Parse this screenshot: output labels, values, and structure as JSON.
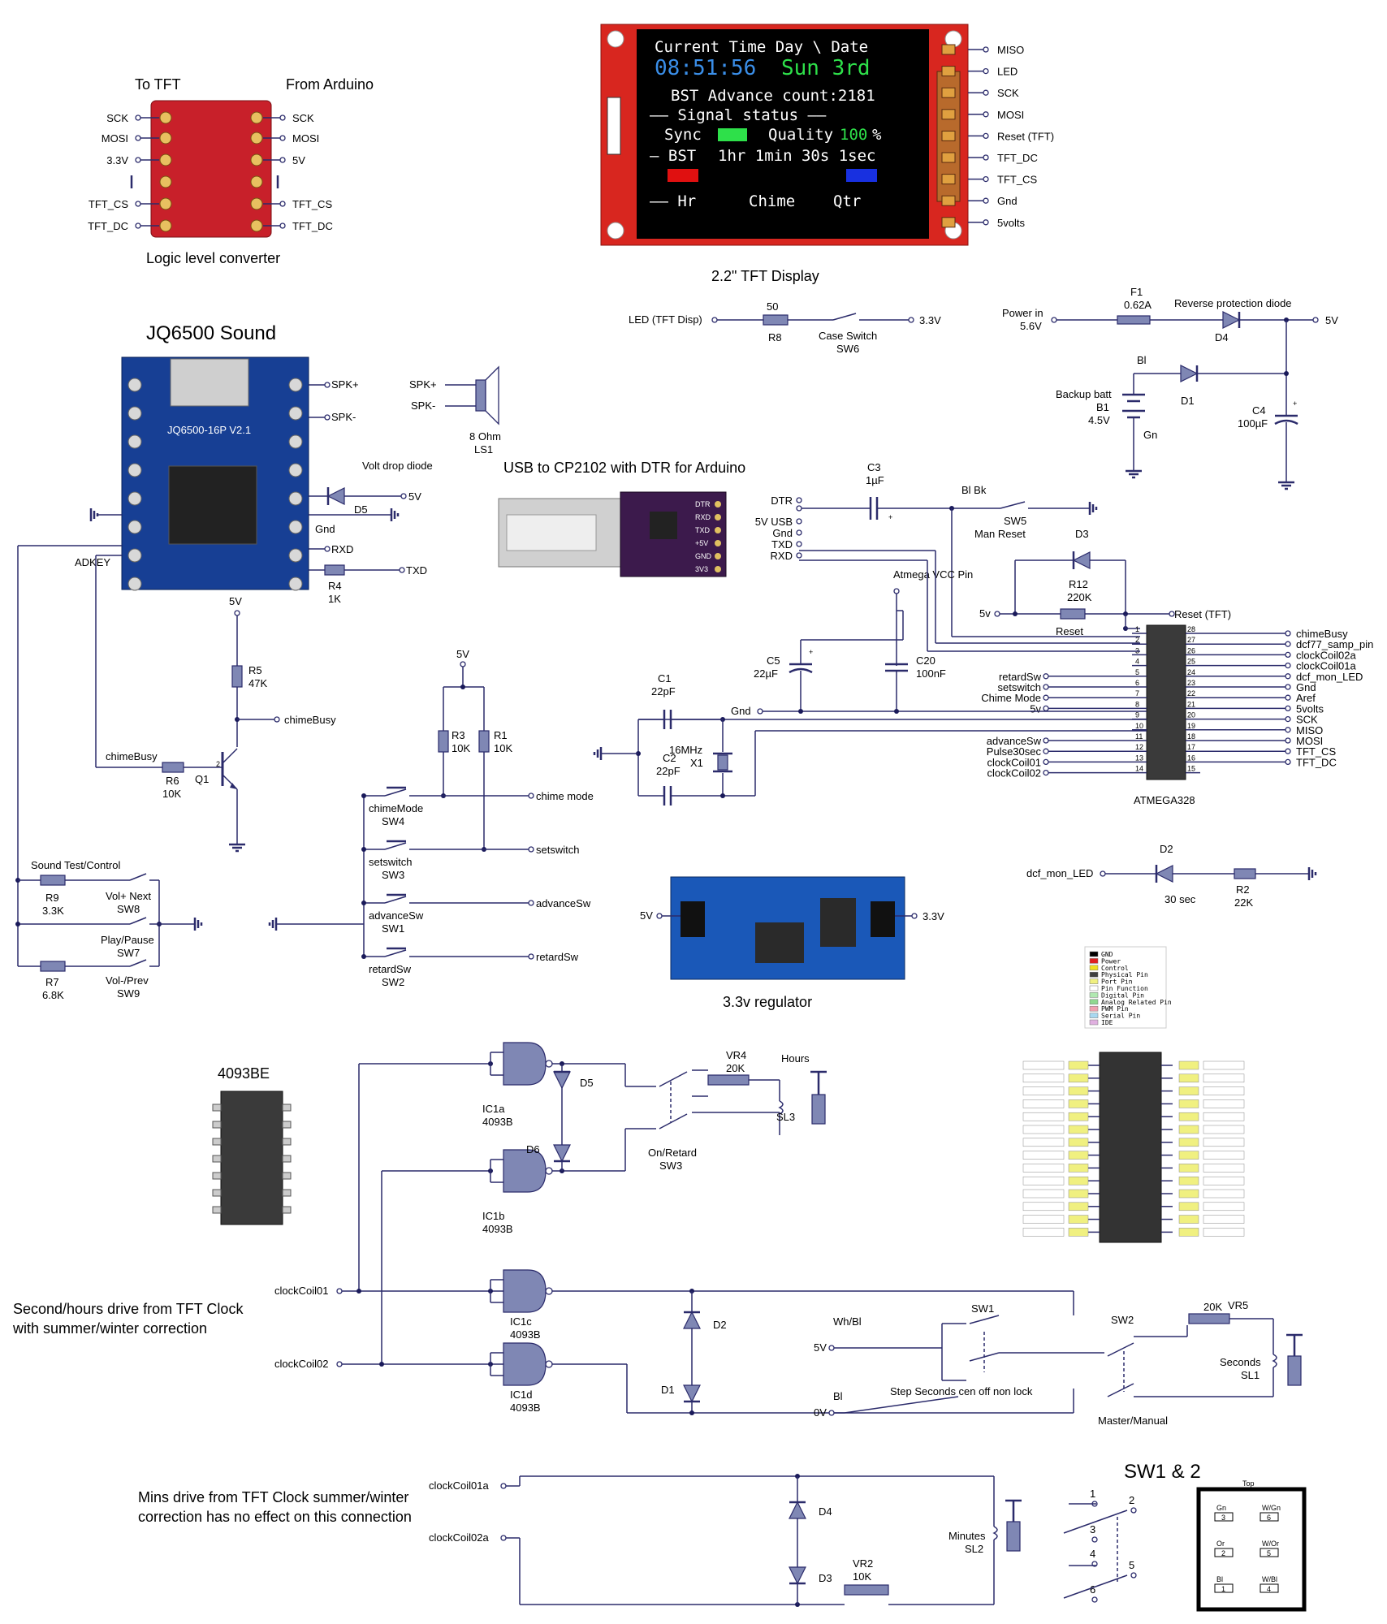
{
  "logic_converter": {
    "title": "Logic level converter",
    "left_header": "To TFT",
    "right_header": "From Arduino",
    "left_pins": [
      "SCK",
      "MOSI",
      "3.3V",
      "TFT_CS",
      "TFT_DC"
    ],
    "right_pins": [
      "SCK",
      "MOSI",
      "5V",
      "TFT_CS",
      "TFT_DC"
    ]
  },
  "tft": {
    "caption": "2.2\" TFT Display",
    "line1": "Current Time  Day \\ Date",
    "time": "08:51:56",
    "date": "Sun 3rd",
    "line3": "BST Advance count:2181",
    "line4": "—— Signal status ——",
    "sync": "Sync",
    "quality": "Quality",
    "quality_val": "100",
    "pct": "%",
    "bst": "— BST",
    "adv": "1hr 1min 30s 1sec",
    "hr": "—— Hr",
    "chime": "Chime",
    "qtr": "Qtr",
    "pins": [
      "MISO",
      "LED",
      "SCK",
      "MOSI",
      "Reset (TFT)",
      "TFT_DC",
      "TFT_CS",
      "Gnd",
      "5volts"
    ]
  },
  "jq6500": {
    "title": "JQ6500 Sound",
    "pcb_label": "JQ6500-16P V2.1",
    "spk_plus": "SPK+",
    "spk_minus": "SPK-",
    "volt_drop": "Volt drop diode",
    "d5_val": "5V",
    "d5": "D5",
    "gnd": "Gnd",
    "rxd": "RXD",
    "txd": "TXD",
    "r4": "R4",
    "r4_val": "1K",
    "adkey": "ADKEY",
    "vcc": "5V",
    "ls1_spk_plus": "SPK+",
    "ls1_spk_minus": "SPK-",
    "ls1_val": "8 Ohm",
    "ls1": "LS1"
  },
  "transistor": {
    "r5": "R5",
    "r5_val": "47K",
    "chime_busy_out": "chimeBusy",
    "chime_busy_in": "chimeBusy",
    "r6": "R6",
    "r6_val": "10K",
    "q1": "Q1"
  },
  "sound_control": {
    "title": "Sound Test/Control",
    "r9": "R9",
    "r9_val": "3.3K",
    "sw8": "SW8",
    "sw8_label": "Vol+ Next",
    "sw7": "SW7",
    "sw7_label": "Play/Pause",
    "r7": "R7",
    "r7_val": "6.8K",
    "sw9": "SW9",
    "sw9_label": "Vol-/Prev"
  },
  "switches": {
    "vcc": "5V",
    "r3": "R3",
    "r3_val": "10K",
    "r1": "R1",
    "r1_val": "10K",
    "sw4_label": "chimeMode",
    "sw4": "SW4",
    "sw4_out": "chime mode",
    "sw3_label": "setswitch",
    "sw3": "SW3",
    "sw3_out": "setswitch",
    "sw1_label": "advanceSw",
    "sw1": "SW1",
    "sw1_out": "advanceSw",
    "sw2_label": "retardSw",
    "sw2": "SW2",
    "sw2_out": "retardSw"
  },
  "usb": {
    "title": "USB to CP2102 with DTR for Arduino",
    "pins": [
      "DTR",
      "5V USB",
      "Gnd",
      "TXD",
      "RXD"
    ],
    "board_pins": [
      "DTR",
      "RXD",
      "TXD",
      "+5V",
      "GND",
      "3V3"
    ]
  },
  "tft_led": {
    "label": "LED (TFT Disp)",
    "r8_val": "50",
    "r8": "R8",
    "sw6_label": "Case Switch",
    "sw6": "SW6",
    "v33": "3.3V"
  },
  "power": {
    "f1": "F1",
    "f1_val": "0.62A",
    "rev_diode": "Reverse protection diode",
    "power_in": "Power in",
    "power_in_val": "5.6V",
    "d4": "D4",
    "out": "5V",
    "bl": "Bl",
    "d1": "D1",
    "backup": "Backup batt",
    "b1": "B1",
    "b1_val": "4.5V",
    "gn": "Gn",
    "c4": "C4",
    "c4_val": "100µF"
  },
  "reset": {
    "c3": "C3",
    "c3_val": "1µF",
    "bl_bk": "Bl Bk",
    "sw5": "SW5",
    "sw5_label": "Man Reset",
    "d3": "D3",
    "r12": "R12",
    "r12_val": "220K",
    "v5": "5v",
    "reset_tft": "Reset (TFT)",
    "reset_lbl": "Reset"
  },
  "mcu": {
    "name": "ATMEGA328",
    "vcc_pin": "Atmega VCC Pin",
    "vcc": "5V",
    "c5": "C5",
    "c5_val": "22µF",
    "c20": "C20",
    "c20_val": "100nF",
    "c1": "C1",
    "c1_val": "22pF",
    "c2": "C2",
    "c2_val": "22pF",
    "x1": "X1",
    "x1_val": "16MHz",
    "gnd": "Gnd",
    "left_labels": [
      "retardSw",
      "setswitch",
      "Chime Mode",
      "5v",
      "advanceSw",
      "Pulse30sec",
      "clockCoil01",
      "clockCoil02"
    ],
    "right_labels": [
      "chimeBusy",
      "dcf77_samp_pin",
      "clockCoil02a",
      "clockCoil01a",
      "dcf_mon_LED",
      "Gnd",
      "Aref",
      "5volts",
      "SCK",
      "MISO",
      "MOSI",
      "TFT_CS",
      "TFT_DC"
    ]
  },
  "dcf": {
    "label": "dcf_mon_LED",
    "d2": "D2",
    "d2_val": "30 sec",
    "r2": "R2",
    "r2_val": "22K"
  },
  "regulator": {
    "caption": "3.3v regulator",
    "in": "5V",
    "out": "3.3V"
  },
  "legend": {
    "items": [
      "GND",
      "Power",
      "Control",
      "Physical Pin",
      "Port Pin",
      "Pin Function",
      "Digital Pin",
      "Analog Related Pin",
      "PWM Pin",
      "Serial Pin",
      "IDE"
    ],
    "colors": [
      "#000000",
      "#e02020",
      "#f0e020",
      "#404040",
      "#f0f080",
      "#ffffff",
      "#b0e8b0",
      "#90d890",
      "#f0a0b0",
      "#a8d8f0",
      "#e0b0e0"
    ]
  },
  "gate_chip": {
    "title": "4093BE"
  },
  "hours": {
    "ic1a": "IC1a",
    "ic1a_val": "4093B",
    "ic1b": "IC1b",
    "ic1b_val": "4093B",
    "d5": "D5",
    "d6": "D6",
    "vr4": "VR4",
    "vr4_val": "20K",
    "hours": "Hours",
    "sl3": "SL3",
    "sw3_label": "On/Retard",
    "sw3": "SW3"
  },
  "seconds": {
    "desc_line1": "Second/hours drive from TFT Clock",
    "desc_line2": "with summer/winter correction",
    "in1": "clockCoil01",
    "in2": "clockCoil02",
    "ic1c": "IC1c",
    "ic1c_val": "4093B",
    "ic1d": "IC1d",
    "ic1d_val": "4093B",
    "d2": "D2",
    "d1": "D1",
    "whbl": "Wh/Bl",
    "v5": "5V",
    "bl": "Bl",
    "v0": "0V",
    "sw1": "SW1",
    "sw2": "SW2",
    "vr5": "VR5",
    "vr5_val": "20K",
    "seconds": "Seconds",
    "sl1": "SL1",
    "step": "Step Seconds cen off non lock",
    "master": "Master/Manual"
  },
  "minutes": {
    "desc_line1": "Mins drive from TFT Clock summer/winter",
    "desc_line2": "correction has no effect on this connection",
    "in1": "clockCoil01a",
    "in2": "clockCoil02a",
    "d4": "D4",
    "d3": "D3",
    "vr2": "VR2",
    "vr2_val": "10K",
    "minutes": "Minutes",
    "sl2": "SL2"
  },
  "sw12": {
    "title": "SW1 & 2",
    "top": "Top",
    "pins": [
      "1",
      "2",
      "3",
      "4",
      "5",
      "6"
    ],
    "box_labels": [
      "Gn",
      "W/Gn",
      "Or",
      "W/Or",
      "Bl",
      "W/Bl"
    ],
    "box_nums": [
      "3",
      "6",
      "2",
      "5",
      "1",
      "4"
    ]
  }
}
